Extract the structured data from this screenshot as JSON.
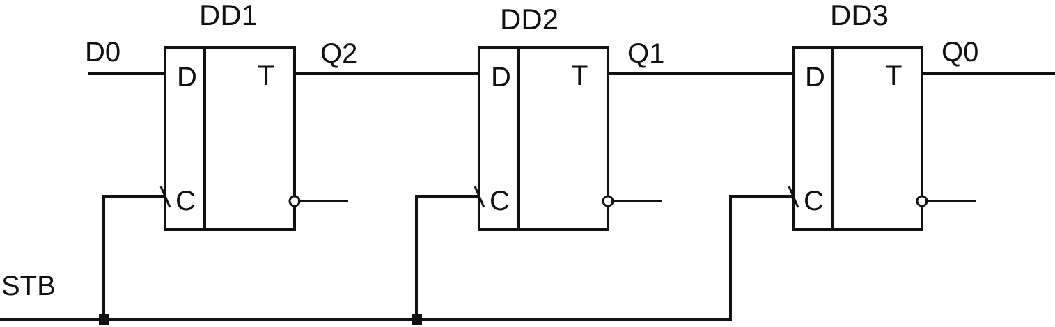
{
  "flipflops": [
    {
      "name": "DD1",
      "pin_d": "D",
      "pin_t": "T",
      "pin_c": "C"
    },
    {
      "name": "DD2",
      "pin_d": "D",
      "pin_t": "T",
      "pin_c": "C"
    },
    {
      "name": "DD3",
      "pin_d": "D",
      "pin_t": "T",
      "pin_c": "C"
    }
  ],
  "signals": {
    "input": "D0",
    "q2": "Q2",
    "q1": "Q1",
    "q0": "Q0",
    "strobe": "STB"
  }
}
